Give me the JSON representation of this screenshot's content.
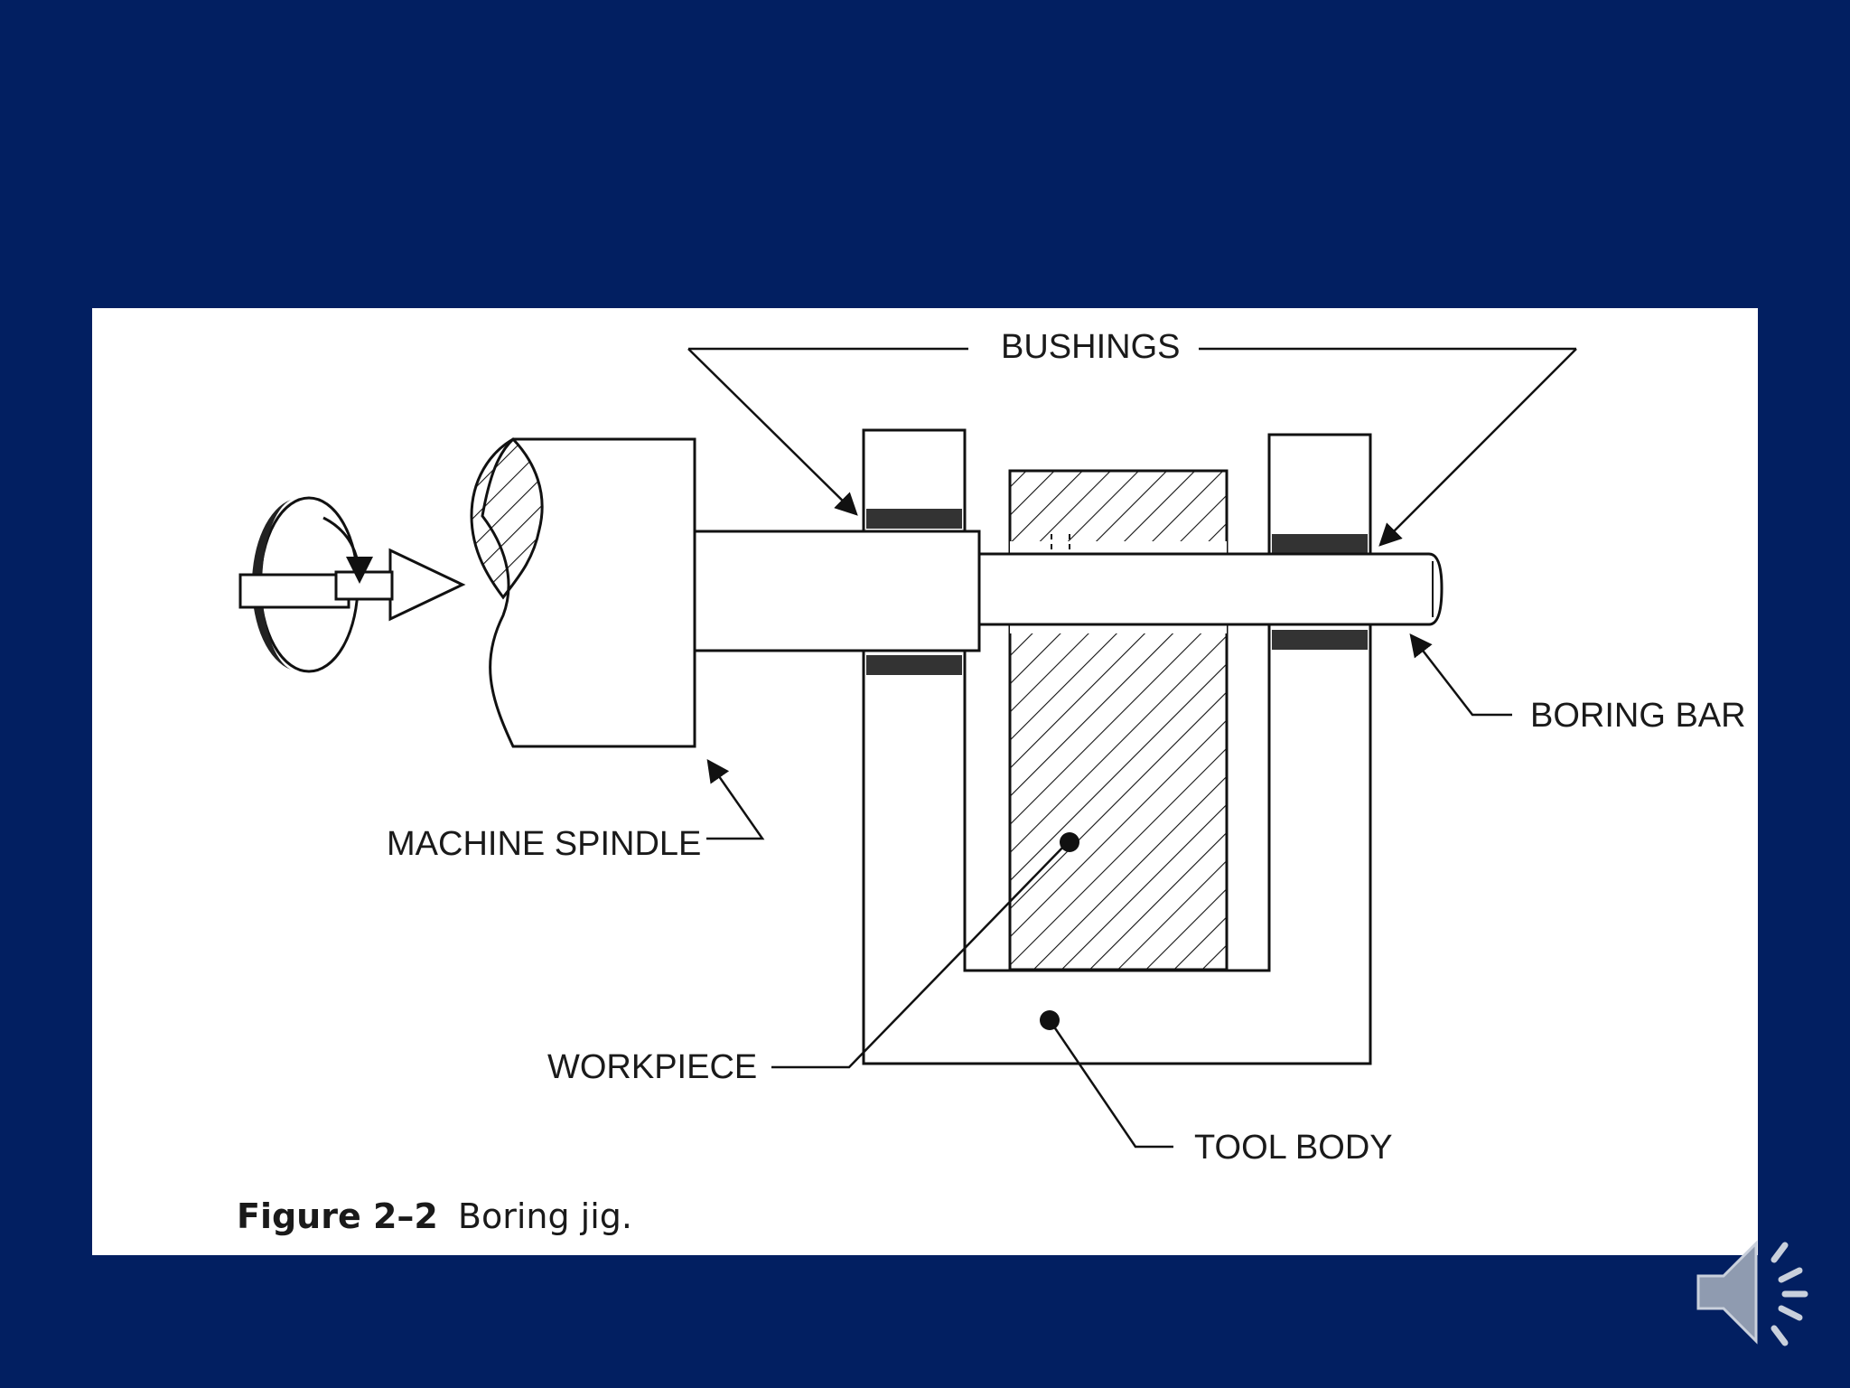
{
  "slide": {
    "background_color": "#021F61",
    "panel_color": "#FFFFFF"
  },
  "diagram": {
    "labels": {
      "bushings": "BUSHINGS",
      "boring_bar": "BORING BAR",
      "machine_spindle": "MACHINE SPINDLE",
      "workpiece": "WORKPIECE",
      "tool_body": "TOOL BODY"
    },
    "caption": {
      "figure_number": "Figure 2–2",
      "text": "Boring jig."
    }
  },
  "audio": {
    "icon": "speaker-icon"
  }
}
